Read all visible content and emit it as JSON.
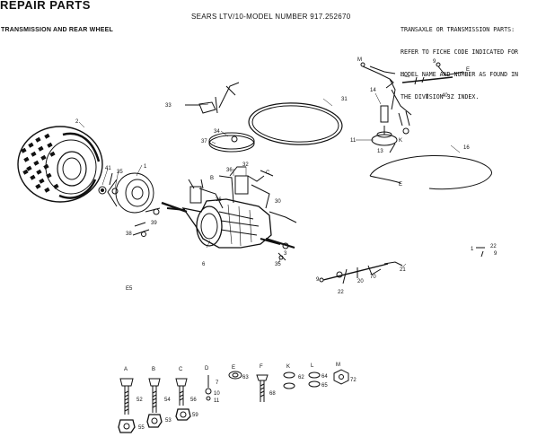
{
  "header": {
    "title": "REPAIR PARTS",
    "subtitle": "TRANSMISSION AND REAR WHEEL",
    "model": "SEARS LTV/10-MODEL NUMBER 917.252670",
    "note_lines": [
      "TRANSAXLE OR TRANSMISSION PARTS:",
      "REFER TO FICHE CODE INDICATED FOR",
      "MODEL NAME AND NUMBER AS FOUND IN",
      "THE DIVISION 3Z INDEX."
    ]
  },
  "callouts": {
    "c33": "33",
    "c31": "31",
    "c34": "34",
    "c37": "37",
    "c2": "2",
    "c41": "41",
    "c35a": "35",
    "c1": "1",
    "c36a": "36",
    "c36b": "36",
    "c32": "32",
    "c6": "6",
    "c38": "38",
    "c39": "39",
    "c30": "30",
    "c3": "3",
    "c35b": "35",
    "c16": "16",
    "c11": "11",
    "c14": "14",
    "c13": "13",
    "c40": "40",
    "c9": "9",
    "c8": "8",
    "cM": "M",
    "cE": "E",
    "cK": "K",
    "cC": "C",
    "cB": "B",
    "cE2": "E",
    "c21": "21",
    "c22": "22",
    "c20": "20",
    "c70": "70",
    "c9b": "9",
    "c22b": "22",
    "c1b": "1",
    "c9c": "9",
    "cE3": "E5"
  },
  "hardware": {
    "A": "A",
    "B": "B",
    "C": "C",
    "D": "D",
    "E": "E",
    "F": "F",
    "K": "K",
    "L": "L",
    "M": "M",
    "n52": "52",
    "n54": "54",
    "n56": "56",
    "n7": "7",
    "n10": "10",
    "n11": "11",
    "n63": "63",
    "n68": "68",
    "n62": "62",
    "n64": "64",
    "n65": "65",
    "n72": "72",
    "n55": "55",
    "n53": "53",
    "n59": "59"
  }
}
